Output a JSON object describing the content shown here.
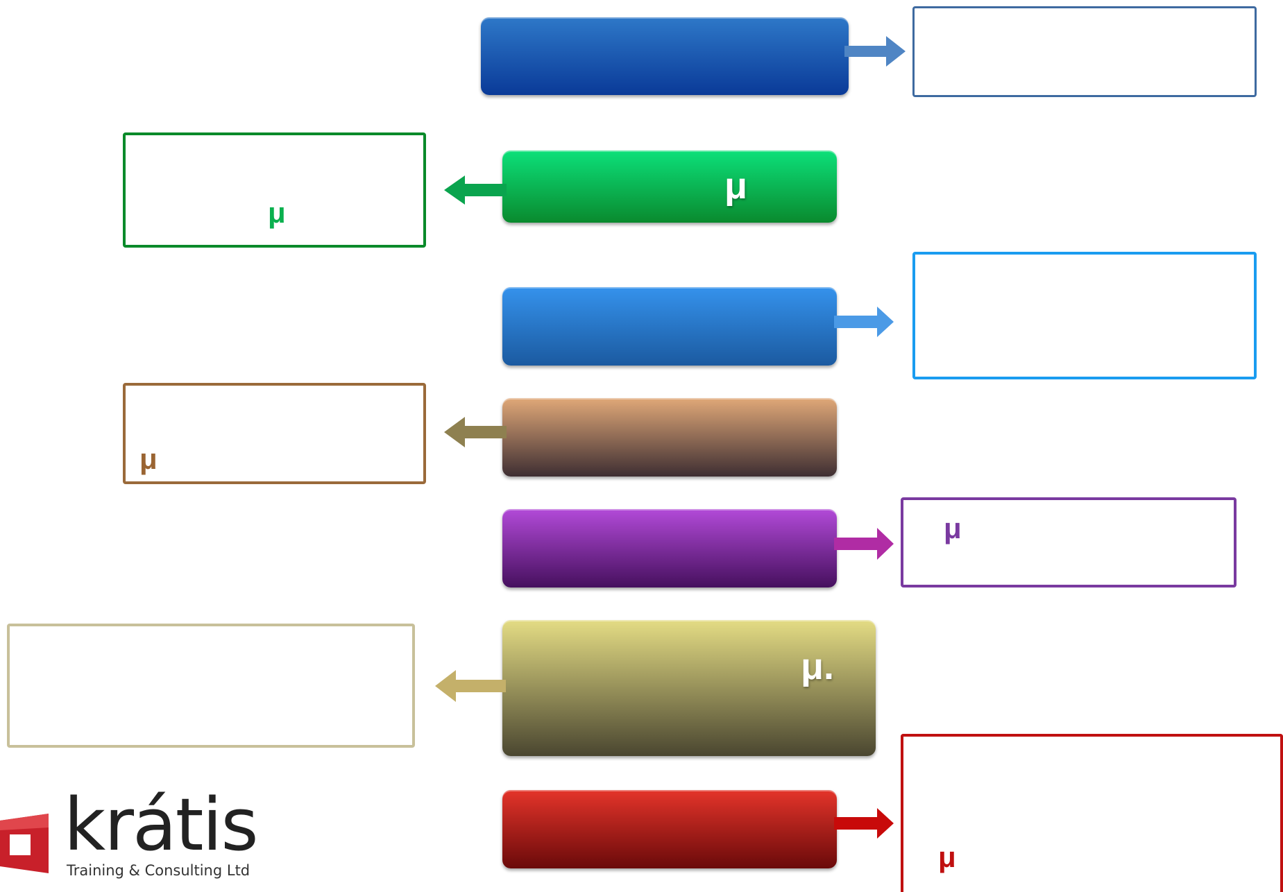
{
  "diagram": {
    "rows": [
      {
        "id": "row-1",
        "bar_label": "",
        "box_label": "",
        "colors": {
          "bar_top": "#2e78c8",
          "bar_bottom": "#0a3a98",
          "box_border": "#3e6aa0",
          "arrow": "#4f85c4"
        }
      },
      {
        "id": "row-2",
        "bar_label": "μ",
        "box_label": "μ",
        "colors": {
          "bar_top": "#0ce07a",
          "bar_bottom": "#0a8a2e",
          "box_border": "#0a8a2a",
          "arrow": "#0aa44e",
          "box_text": "#0ab04e"
        }
      },
      {
        "id": "row-3",
        "bar_label": "",
        "box_label": "",
        "colors": {
          "bar_top": "#3592ec",
          "bar_bottom": "#1b5aa0",
          "box_border": "#1a9cf0",
          "arrow": "#4b9ae6"
        }
      },
      {
        "id": "row-4",
        "bar_label": "",
        "box_label": "μ",
        "colors": {
          "bar_top": "#e0a878",
          "bar_bottom": "#3e2e32",
          "box_border": "#9a6a3a",
          "arrow": "#8e8050",
          "box_text": "#9a6432"
        }
      },
      {
        "id": "row-5",
        "bar_label": "",
        "box_label": "μ",
        "colors": {
          "bar_top": "#b24ad8",
          "bar_bottom": "#46105e",
          "box_border": "#7a3aa0",
          "arrow": "#b02ca4",
          "box_text": "#7a3aa0"
        }
      },
      {
        "id": "row-6",
        "bar_label": "μ.",
        "box_label": "",
        "colors": {
          "bar_top": "#e4dc84",
          "bar_bottom": "#4a4630",
          "box_border": "#c8c09a",
          "arrow": "#c4b06a"
        }
      },
      {
        "id": "row-7",
        "bar_label": "",
        "box_label": "μ",
        "colors": {
          "bar_top": "#e4342a",
          "bar_bottom": "#6a0a0a",
          "box_border": "#c01010",
          "arrow": "#c80a0a",
          "box_text": "#c01010"
        }
      }
    ]
  },
  "logo": {
    "word": "krátis",
    "tagline": "Training & Consulting Ltd",
    "colors": {
      "mark": "#c8202a",
      "mark_light": "#e0464c"
    }
  }
}
